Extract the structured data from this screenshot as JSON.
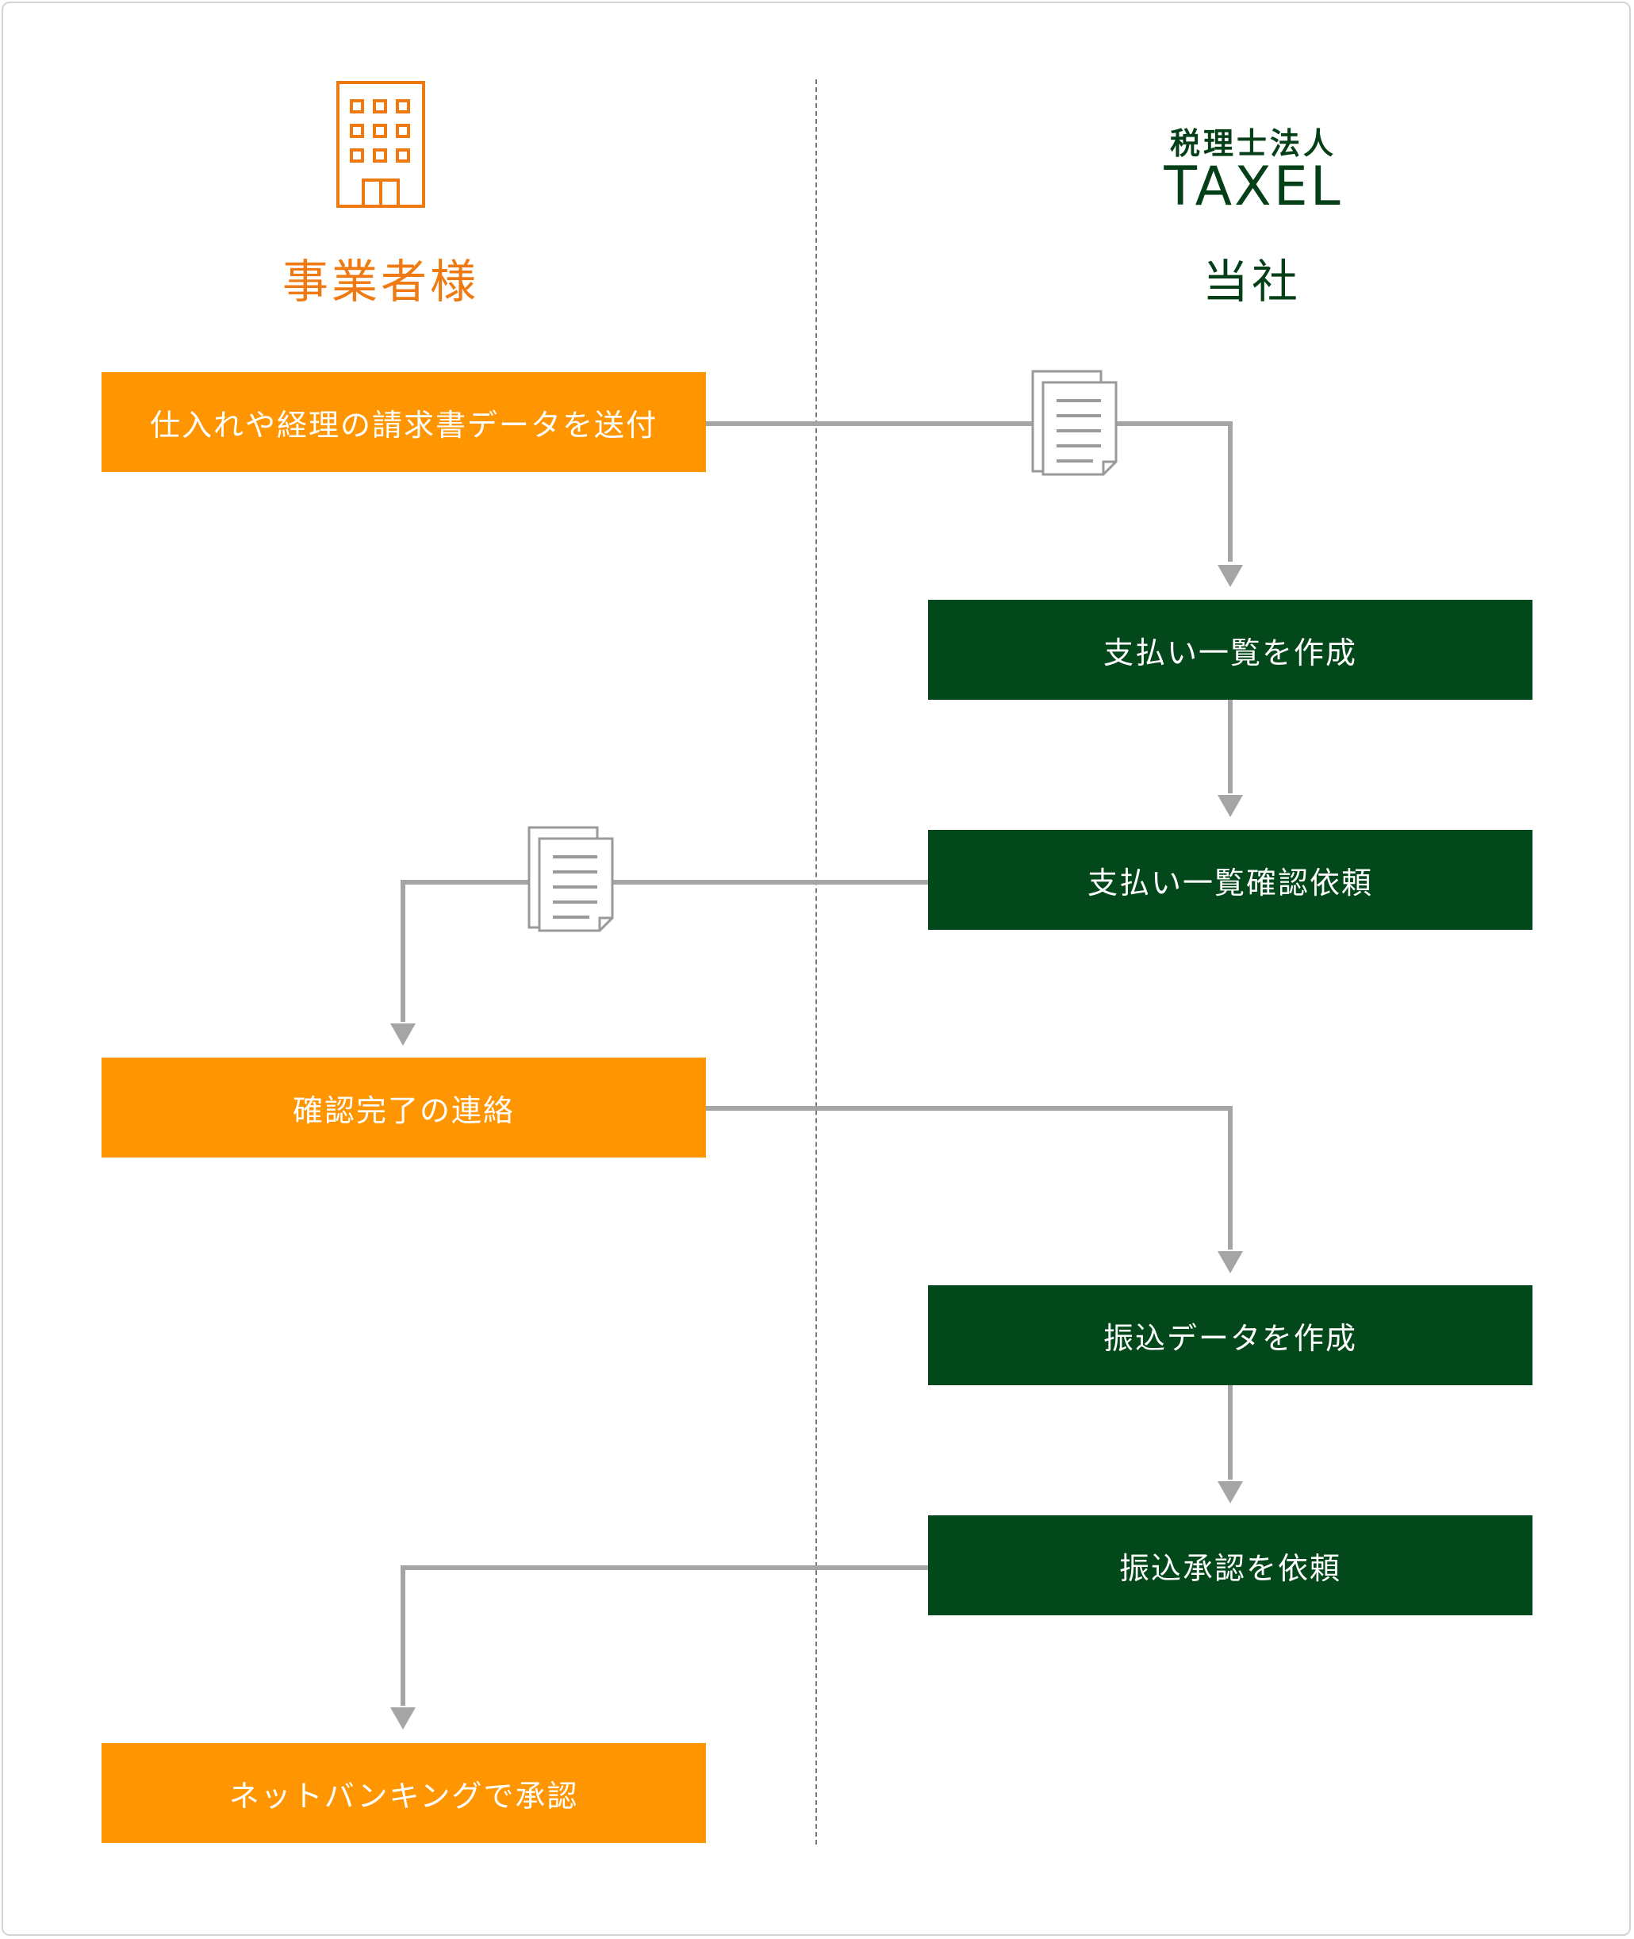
{
  "columns": {
    "client": {
      "title": "事業者様",
      "icon": "building-icon",
      "color": "#ef7a11"
    },
    "firm": {
      "title": "当社",
      "logo_kanji": "税理士法人",
      "logo_latin": "TAXEL",
      "color": "#053f17"
    }
  },
  "steps": [
    {
      "id": "send",
      "lane": "client",
      "label": "仕入れや経理の請求書データを送付"
    },
    {
      "id": "create-list",
      "lane": "firm",
      "label": "支払い一覧を作成"
    },
    {
      "id": "request-confirm",
      "lane": "firm",
      "label": "支払い一覧確認依頼"
    },
    {
      "id": "confirm-done",
      "lane": "client",
      "label": "確認完了の連絡"
    },
    {
      "id": "create-transfer",
      "lane": "firm",
      "label": "振込データを作成"
    },
    {
      "id": "request-approval",
      "lane": "firm",
      "label": "振込承認を依頼"
    },
    {
      "id": "approve",
      "lane": "client",
      "label": "ネットバンキングで承認"
    }
  ],
  "colors": {
    "client_box": "#ff9500",
    "firm_box": "#03481a",
    "connector": "#a5a5a5",
    "document_icon": "#9a9a9a"
  }
}
